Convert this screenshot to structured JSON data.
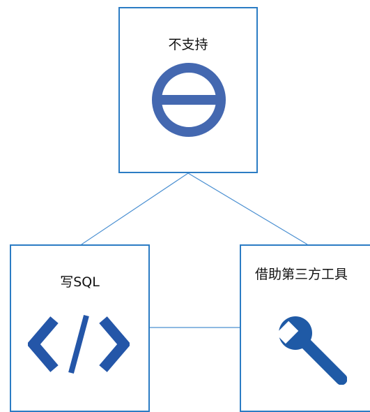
{
  "colors": {
    "border": "#2b7cc4",
    "connector": "#4a8fd1",
    "icon_fill": "#4468b0",
    "code_icon_fill": "#2456a8",
    "tool_icon_fill": "#1f5aa6",
    "text": "#111111"
  },
  "nodes": {
    "top": {
      "label": "不支持",
      "icon": "no-entry-icon"
    },
    "left": {
      "label": "写SQL",
      "icon": "code-icon"
    },
    "right": {
      "label": "借助第三方工具",
      "icon": "wrench-icon"
    }
  }
}
